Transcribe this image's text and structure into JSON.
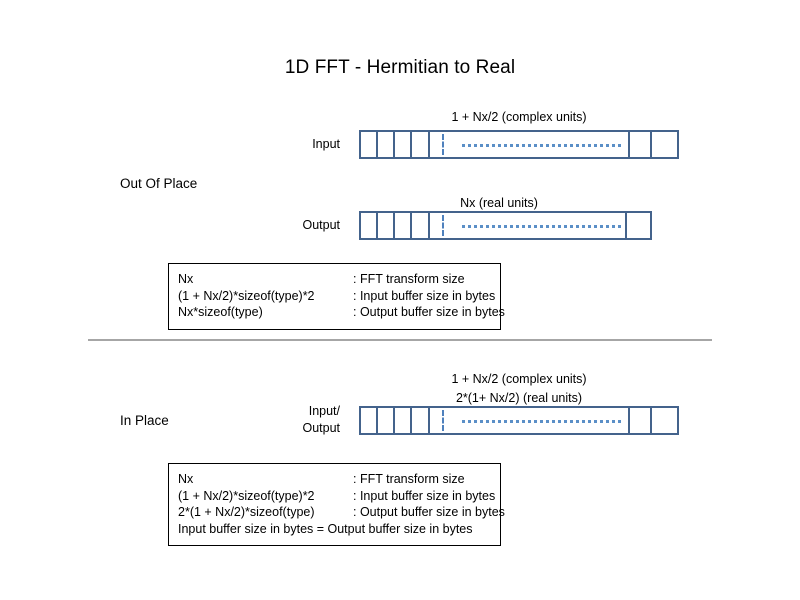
{
  "title": "1D FFT - Hermitian to Real",
  "sections": {
    "out_of_place": {
      "section_label": "Out Of Place",
      "input": {
        "row_label": "Input",
        "caption": "1 + Nx/2 (complex units)"
      },
      "output": {
        "row_label": "Output",
        "caption": "Nx (real units)"
      },
      "legend": [
        {
          "term": "Nx",
          "desc": ": FFT transform size"
        },
        {
          "term": "(1 + Nx/2)*sizeof(type)*2",
          "desc": ": Input buffer size in bytes"
        },
        {
          "term": "Nx*sizeof(type)",
          "desc": ": Output buffer size in bytes"
        }
      ]
    },
    "in_place": {
      "section_label": "In Place",
      "io": {
        "row_label_line1": "Input/",
        "row_label_line2": "Output",
        "caption_line1": "1 + Nx/2 (complex units)",
        "caption_line2": "2*(1+ Nx/2) (real units)"
      },
      "legend": [
        {
          "term": "Nx",
          "desc": ": FFT transform size"
        },
        {
          "term": "(1 + Nx/2)*sizeof(type)*2",
          "desc": ": Input buffer size in bytes"
        },
        {
          "term": "2*(1 + Nx/2)*sizeof(type)",
          "desc": ": Output buffer size in bytes"
        }
      ],
      "legend_note": "Input buffer size in bytes = Output buffer size in bytes"
    }
  },
  "colors": {
    "bar_border": "#44638c",
    "dash_marker": "#4f81bd",
    "dotted_fill": "#5b8fc7",
    "section_rule": "#a6a6a6",
    "legend_border": "#000000",
    "text": "#000000"
  }
}
